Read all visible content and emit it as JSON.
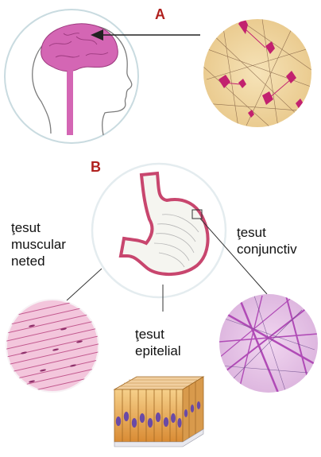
{
  "sections": {
    "a_label": "A",
    "b_label": "B"
  },
  "labels": {
    "muscular": "ţesut\nmuscular\nneted",
    "conjunctiv": "ţesut\nconjunctiv",
    "epitelial": "ţesut\nepitelial"
  },
  "colors": {
    "section_letter": "#b0201e",
    "organ_pink": "#d466b4",
    "stomach_outline": "#c8466e",
    "nerve_bg": "#f1d9a6",
    "muscle_pink": "#e7a2c4",
    "connective_bg": "#e9c9ea",
    "epithelial_orange": "#e9a750"
  }
}
